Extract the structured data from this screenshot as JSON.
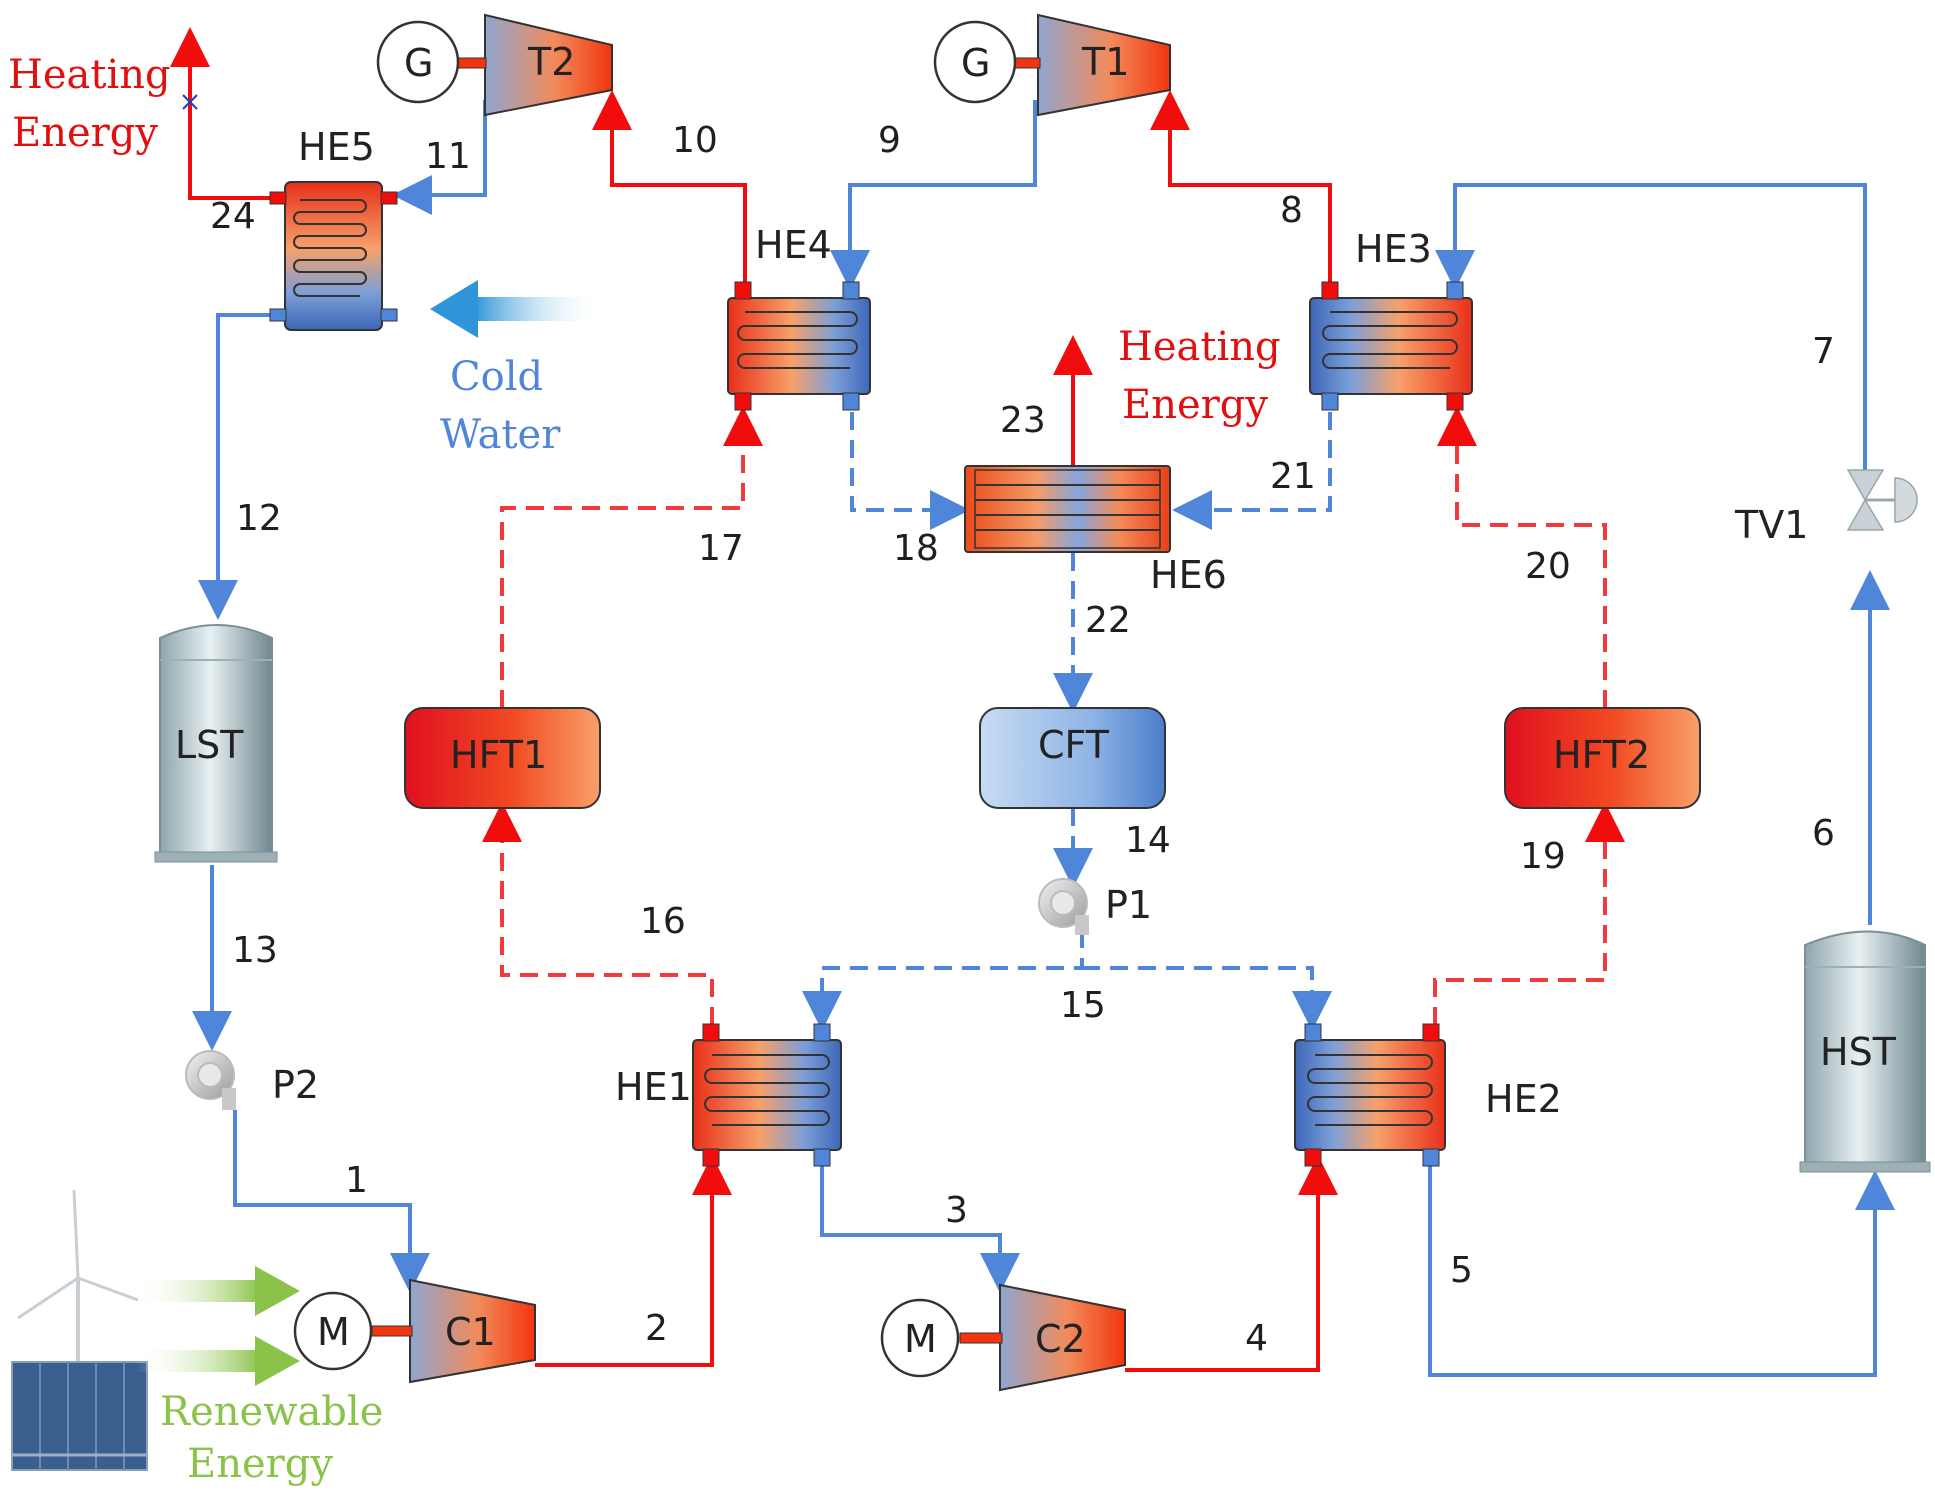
{
  "colors": {
    "hot": "#f20d0d",
    "cold": "#4f86d9",
    "green": "#8bc34a",
    "hot_dashed": "#f23a3a",
    "cold_dashed": "#4f86d9",
    "water": "#3a9ad9"
  },
  "annotations": {
    "heating_energy_left": [
      "Heating",
      "Energy"
    ],
    "heating_energy_center": [
      "Heating",
      "Energy"
    ],
    "cold_water": [
      "Cold",
      "Water"
    ],
    "renewable_energy": [
      "Renewable",
      "Energy"
    ]
  },
  "components": {
    "HE1": "HE1",
    "HE2": "HE2",
    "HE3": "HE3",
    "HE4": "HE4",
    "HE5": "HE5",
    "HE6": "HE6",
    "T1": "T1",
    "T2": "T2",
    "C1": "C1",
    "C2": "C2",
    "G1": "G",
    "G2": "G",
    "M1": "M",
    "M2": "M",
    "P1": "P1",
    "P2": "P2",
    "TV1": "TV1",
    "LST": "LST",
    "HST": "HST",
    "CFT": "CFT",
    "HFT1": "HFT1",
    "HFT2": "HFT2"
  },
  "stream_labels": {
    "s1": "1",
    "s2": "2",
    "s3": "3",
    "s4": "4",
    "s5": "5",
    "s6": "6",
    "s7": "7",
    "s8": "8",
    "s9": "9",
    "s10": "10",
    "s11": "11",
    "s12": "12",
    "s13": "13",
    "s14": "14",
    "s15": "15",
    "s16": "16",
    "s17": "17",
    "s18": "18",
    "s19": "19",
    "s20": "20",
    "s21": "21",
    "s22": "22",
    "s23": "23",
    "s24": "24"
  },
  "icons": [
    "wind-turbine-icon",
    "solar-panel-icon",
    "pump-icon",
    "valve-icon",
    "tank-icon",
    "heat-exchanger-icon",
    "turbine-icon",
    "compressor-icon"
  ]
}
